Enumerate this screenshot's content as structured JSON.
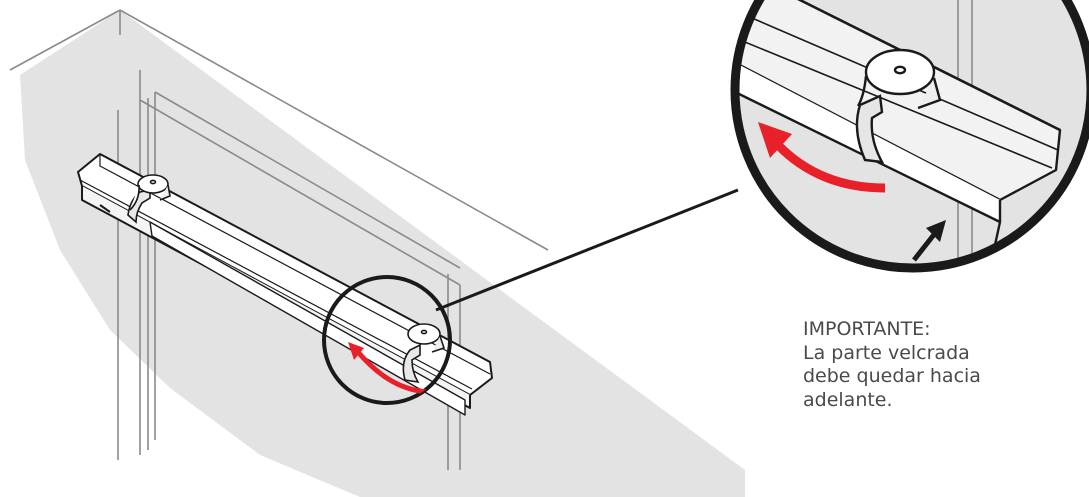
{
  "note": {
    "heading": "IMPORTANTE:",
    "lines": [
      "La parte velcrada",
      "debe quedar hacia",
      "adelante."
    ]
  },
  "colors": {
    "shadow": "#e2e2e2",
    "line": "#1a1a1a",
    "arrow_red": "#e8202a",
    "text": "#4a4a4a"
  }
}
